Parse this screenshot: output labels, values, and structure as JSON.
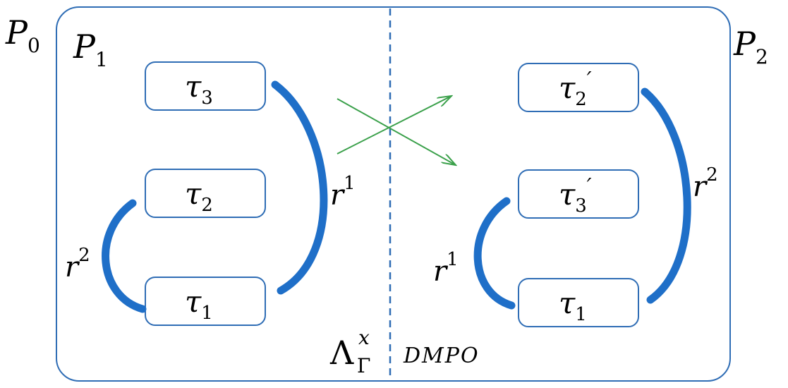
{
  "regions": {
    "outer": {
      "label": "P",
      "sub": "0"
    },
    "left": {
      "label": "P",
      "sub": "1"
    },
    "right": {
      "label": "P",
      "sub": "2"
    }
  },
  "left_boxes": [
    {
      "base": "τ",
      "sub": "3",
      "prime": ""
    },
    {
      "base": "τ",
      "sub": "2",
      "prime": ""
    },
    {
      "base": "τ",
      "sub": "1",
      "prime": ""
    }
  ],
  "right_boxes": [
    {
      "base": "τ",
      "sub": "2",
      "prime": "′"
    },
    {
      "base": "τ",
      "sub": "3",
      "prime": "′"
    },
    {
      "base": "τ",
      "sub": "1",
      "prime": ""
    }
  ],
  "arcs": {
    "left_outer": {
      "base": "r",
      "sup": "1"
    },
    "left_inner": {
      "base": "r",
      "sup": "2"
    },
    "right_outer": {
      "base": "r",
      "sup": "2"
    },
    "right_inner": {
      "base": "r",
      "sup": "1"
    }
  },
  "bottom": {
    "lambda": {
      "base": "Λ",
      "sup": "x",
      "sub": "Γ"
    },
    "dmpo": "DMPO"
  },
  "colors": {
    "frame": "#2f6db5",
    "arc": "#1f6fc8",
    "cross": "#3aa04a",
    "divider": "#2f6db5"
  }
}
